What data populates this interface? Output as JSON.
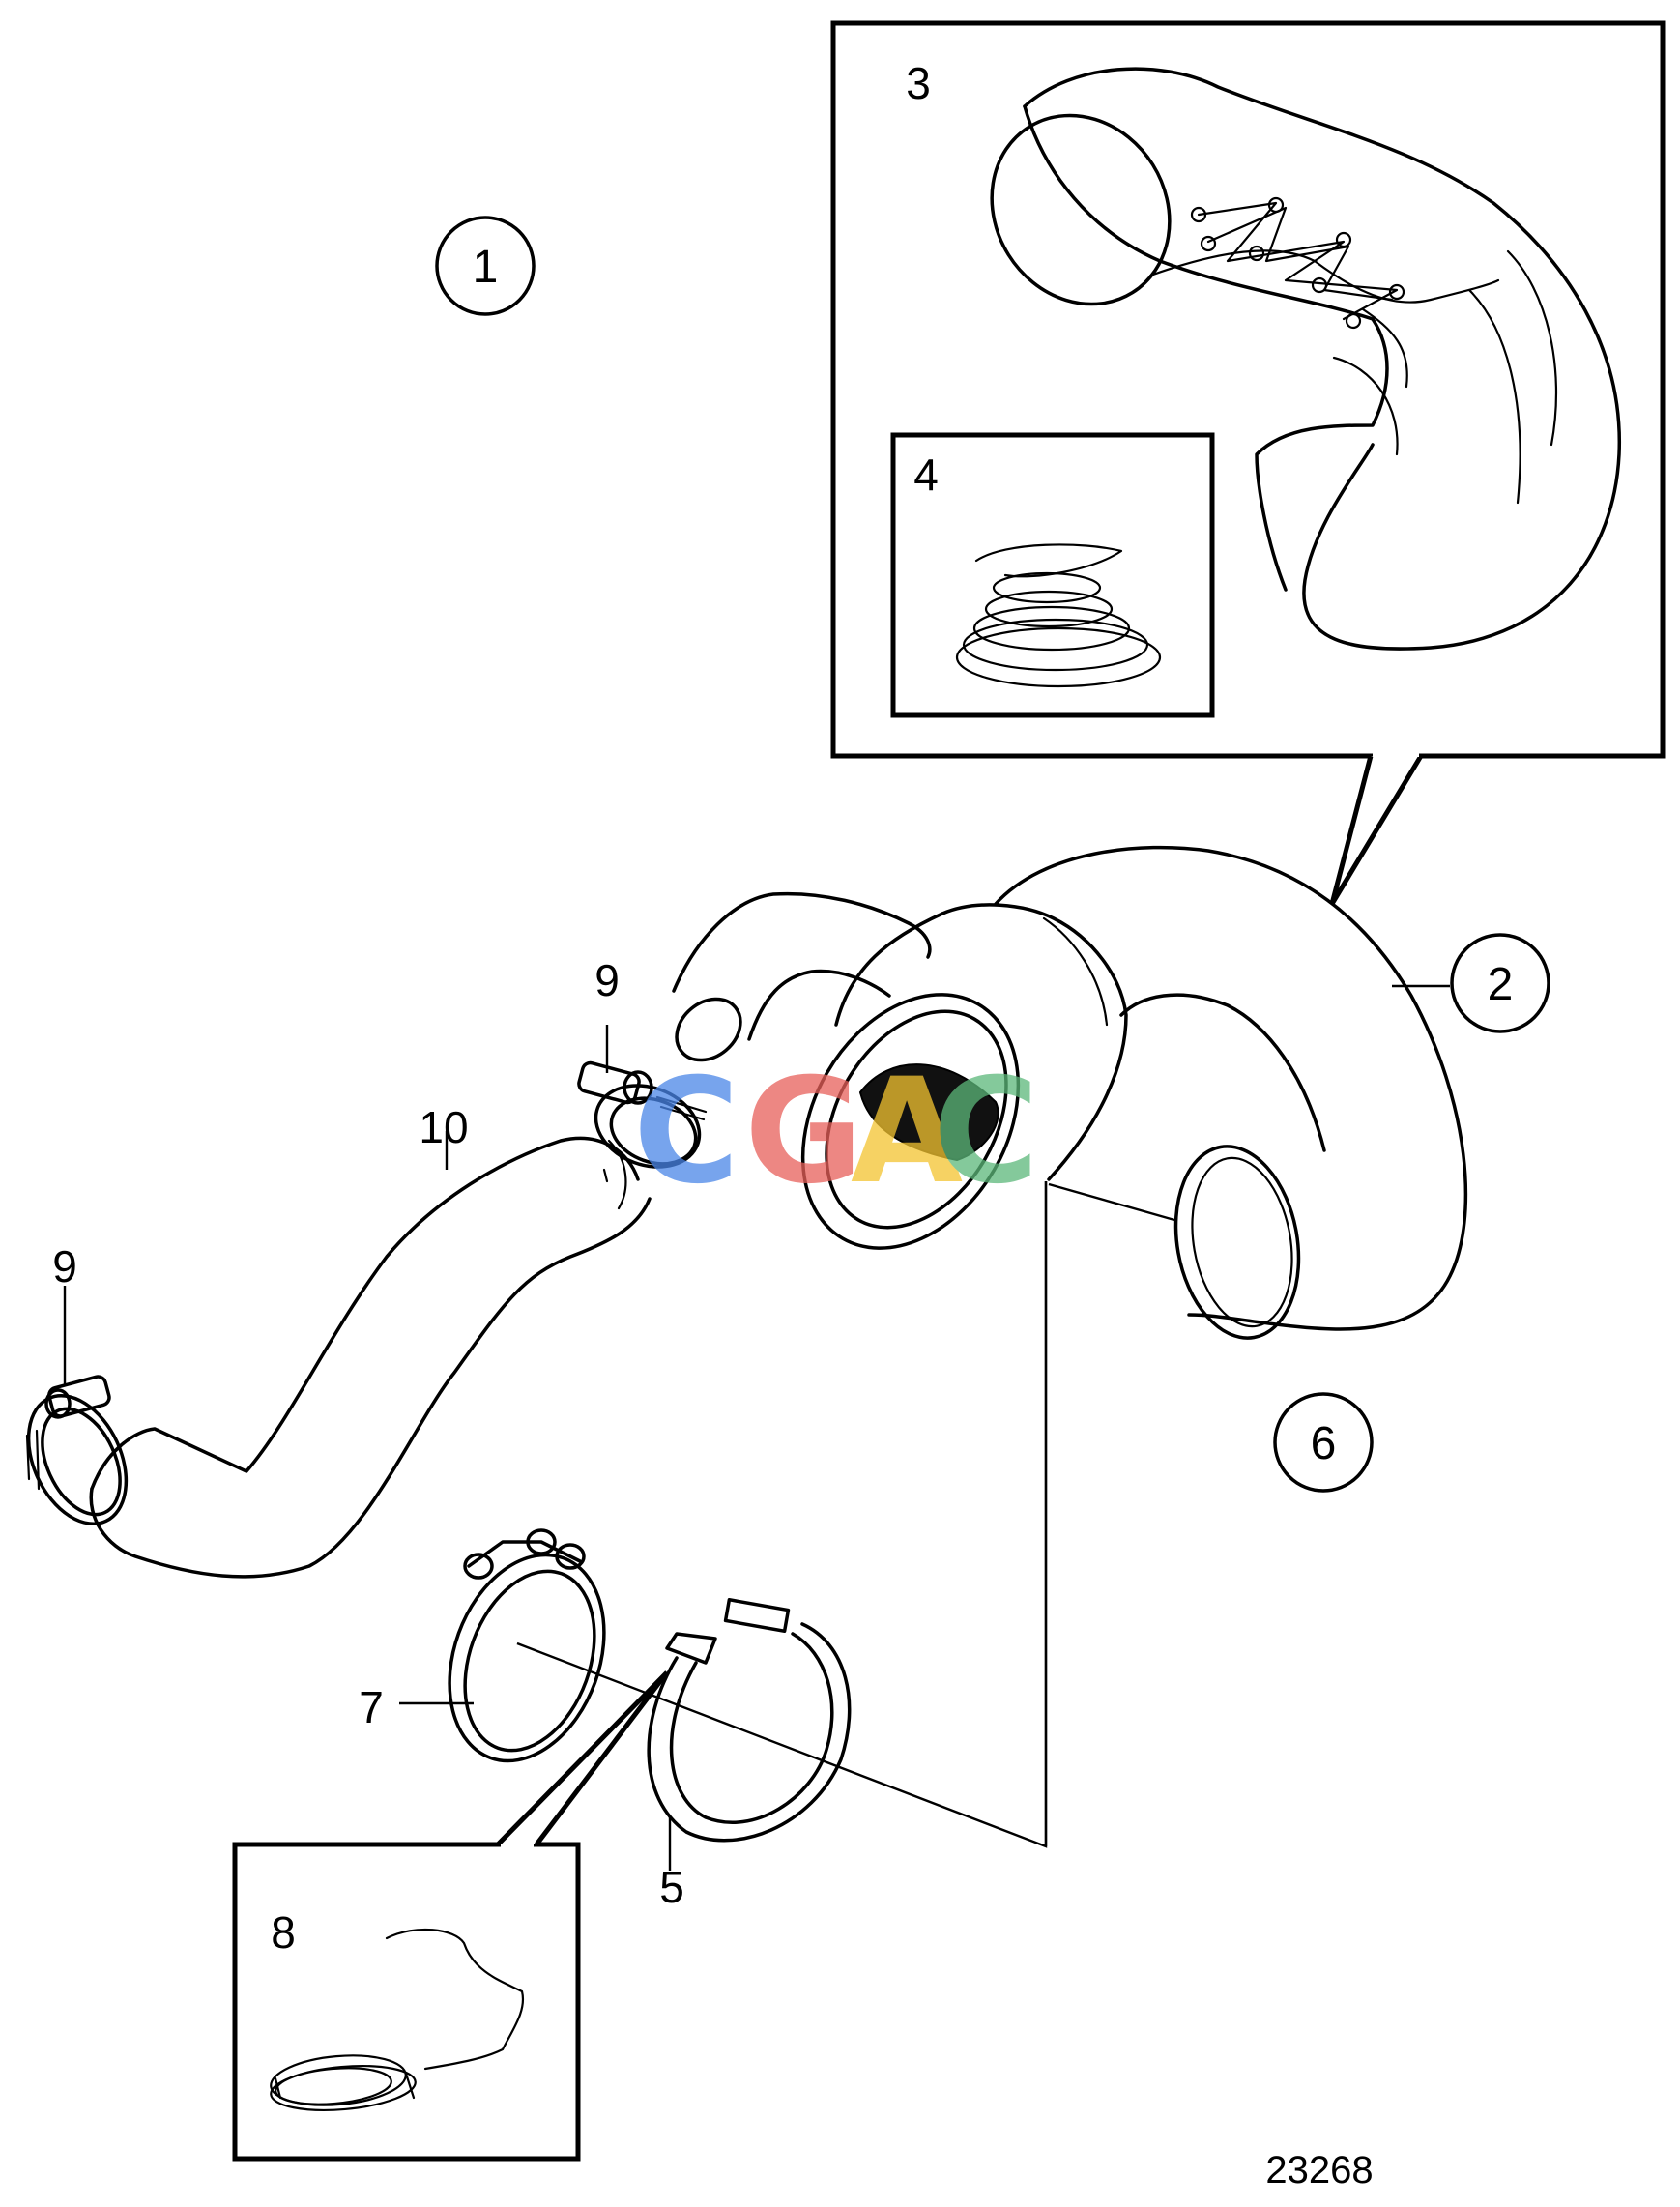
{
  "figure_number": "23268",
  "circled_labels": [
    "1",
    "2",
    "6"
  ],
  "part_labels": [
    "3",
    "4",
    "5",
    "7",
    "8",
    "9",
    "9",
    "10"
  ],
  "watermark": {
    "letters": [
      "C",
      "G",
      "A",
      "C"
    ],
    "colors": [
      "#4a86e8",
      "#e8605a",
      "#f4c430",
      "#5cb87a"
    ]
  }
}
